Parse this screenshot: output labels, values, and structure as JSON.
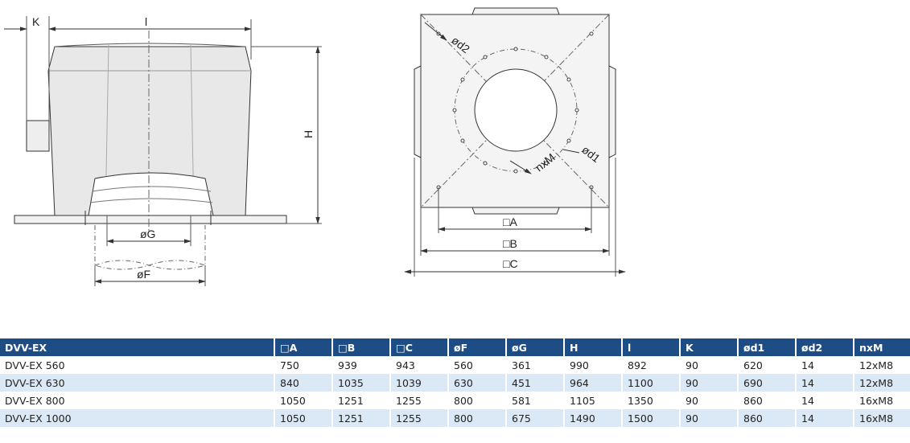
{
  "side_view": {
    "label_k": "K",
    "label_l": "l",
    "label_h": "H",
    "label_g": "øG",
    "label_f": "øF"
  },
  "top_view": {
    "label_d2": "ød2",
    "label_d1": "ød1",
    "label_nxm": "nxM",
    "label_a": "□A",
    "label_b": "□B",
    "label_c": "□C"
  },
  "table": {
    "headers": [
      "DVV-EX",
      "□A",
      "□B",
      "□C",
      "øF",
      "øG",
      "H",
      "l",
      "K",
      "ød1",
      "ød2",
      "nxM"
    ],
    "rows": [
      [
        "DVV-EX 560",
        "750",
        "939",
        "943",
        "560",
        "361",
        "990",
        "892",
        "90",
        "620",
        "14",
        "12xM8"
      ],
      [
        "DVV-EX 630",
        "840",
        "1035",
        "1039",
        "630",
        "451",
        "964",
        "1100",
        "90",
        "690",
        "14",
        "12xM8"
      ],
      [
        "DVV-EX 800",
        "1050",
        "1251",
        "1255",
        "800",
        "581",
        "1105",
        "1350",
        "90",
        "860",
        "14",
        "16xM8"
      ],
      [
        "DVV-EX 1000",
        "1050",
        "1251",
        "1255",
        "800",
        "675",
        "1490",
        "1500",
        "90",
        "860",
        "14",
        "16xM8"
      ]
    ]
  }
}
